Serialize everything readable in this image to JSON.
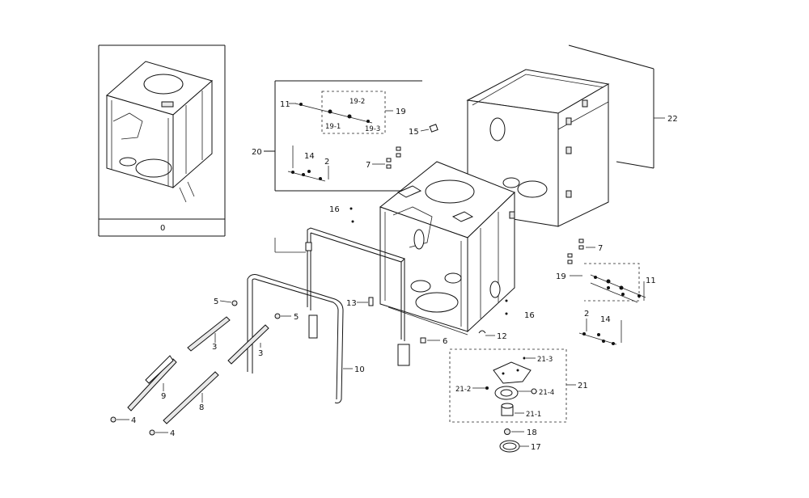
{
  "labels": {
    "inset": "0",
    "p2a": "2",
    "p2b": "2",
    "p3a": "3",
    "p3b": "3",
    "p4a": "4",
    "p4b": "4",
    "p5a": "5",
    "p5b": "5",
    "p6": "6",
    "p7a": "7",
    "p7b": "7",
    "p8": "8",
    "p9": "9",
    "p10": "10",
    "p11a": "11",
    "p11b": "11",
    "p12": "12",
    "p13": "13",
    "p14a": "14",
    "p14b": "14",
    "p15": "15",
    "p16a": "16",
    "p16b": "16",
    "p17": "17",
    "p18": "18",
    "p19a": "19",
    "p19b": "19",
    "p19_1": "19-1",
    "p19_2": "19-2",
    "p19_3": "19-3",
    "p20": "20",
    "p21": "21",
    "p21_1": "21-1",
    "p21_2": "21-2",
    "p21_3": "21-3",
    "p21_4": "21-4",
    "p22": "22"
  }
}
